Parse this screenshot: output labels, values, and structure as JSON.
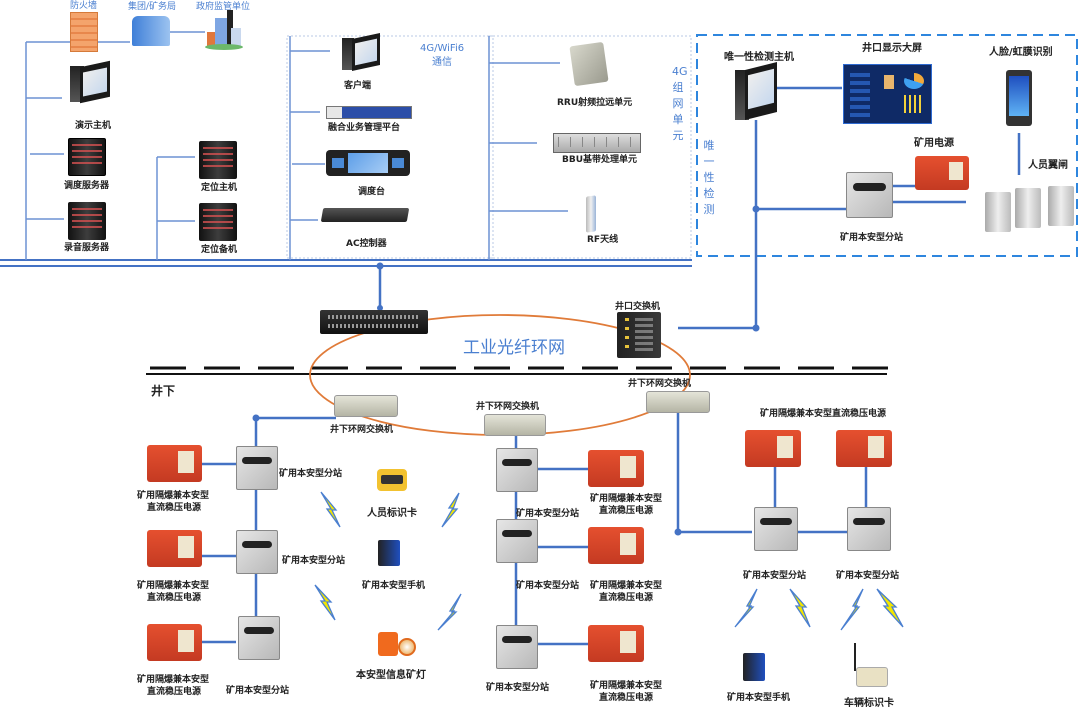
{
  "colors": {
    "link_blue": "#4472c4",
    "ring_orange": "#e07b39",
    "label_blue": "#4a7fd0",
    "box_dash": "#2e86de",
    "power_red": "#d9442a"
  },
  "top_left": {
    "firewall": "防火墙",
    "group_bureau": "集团/矿务局",
    "gov_supervision": "政府监管单位",
    "demo_host": "演示主机",
    "dispatch_server": "调度服务器",
    "recording_server": "录音服务器",
    "locate_host": "定位主机",
    "locate_backup": "定位备机"
  },
  "comm_group": {
    "title": "4G/WiFi6\n通信",
    "client": "客户端",
    "fusion_platform": "融合业务管理平台",
    "dispatch_console": "调度台",
    "ac_controller": "AC控制器"
  },
  "lte_group": {
    "title": "4G组网单元",
    "rru": "RRU射频拉远单元",
    "bbu": "BBU基带处理单元",
    "rf_antenna": "RF天线"
  },
  "unique_check": {
    "title": "唯一性检测",
    "host": "唯一性检测主机",
    "big_screen": "井口显示大屏",
    "face_iris": "人脸/虹膜识别",
    "mine_power": "矿用电源",
    "gate": "人员翼闸",
    "substation": "矿用本安型分站"
  },
  "ring": {
    "title": "工业光纤环网",
    "wellhead_switch": "井口交换机",
    "underground_label": "井下",
    "ring_switch": "井下环网交换机"
  },
  "underground": {
    "substation": "矿用本安型分站",
    "power_line1": "矿用隔爆兼本安型",
    "power_line2": "直流稳压电源",
    "power_full": "矿用隔爆兼本安型直流稳压电源",
    "id_card": "人员标识卡",
    "phone": "矿用本安型手机",
    "cap_lamp": "本安型信息矿灯",
    "vehicle_card": "车辆标识卡"
  }
}
